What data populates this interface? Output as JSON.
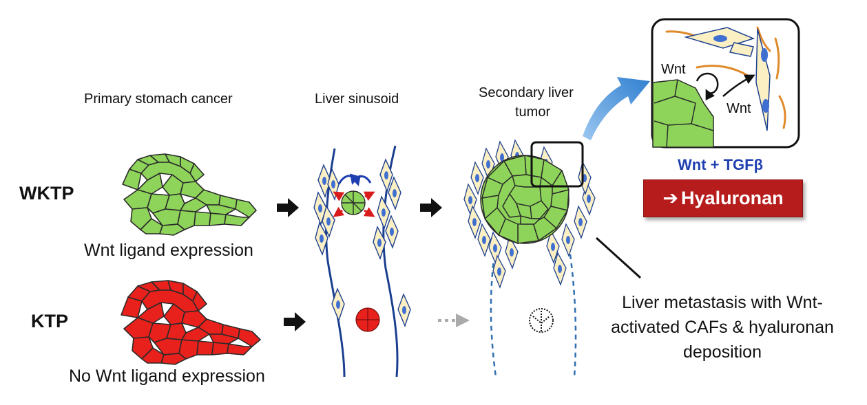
{
  "columns": {
    "primary": "Primary stomach cancer",
    "sinusoid": "Liver sinusoid",
    "secondary_line1": "Secondary liver",
    "secondary_line2": "tumor"
  },
  "rows": {
    "wktp": {
      "label": "WKTP",
      "caption": "Wnt ligand expression"
    },
    "ktp": {
      "label": "KTP",
      "caption": "No Wnt ligand expression"
    }
  },
  "inset": {
    "wnt_left": "Wnt",
    "wnt_right": "Wnt",
    "factors": "Wnt + TGFβ",
    "arrow_glyph": "➔",
    "result": "Hyaluronan"
  },
  "metastasis": {
    "line1": "Liver metastasis with Wnt-",
    "line2": "activated CAFs & hyaluronan",
    "line3": "deposition"
  },
  "colors": {
    "wnt_tumor": "#8ed45a",
    "no_wnt_tumor": "#e8211c",
    "vessel": "#1b3f8f",
    "caf_fill": "#fbefc4",
    "caf_nucleus": "#3f6fd0",
    "hyaluronan_box": "#b71c1c",
    "factor_text": "#1f3fb0",
    "collagen": "#e08a2a",
    "inset_arrow": "#4a90d9"
  }
}
